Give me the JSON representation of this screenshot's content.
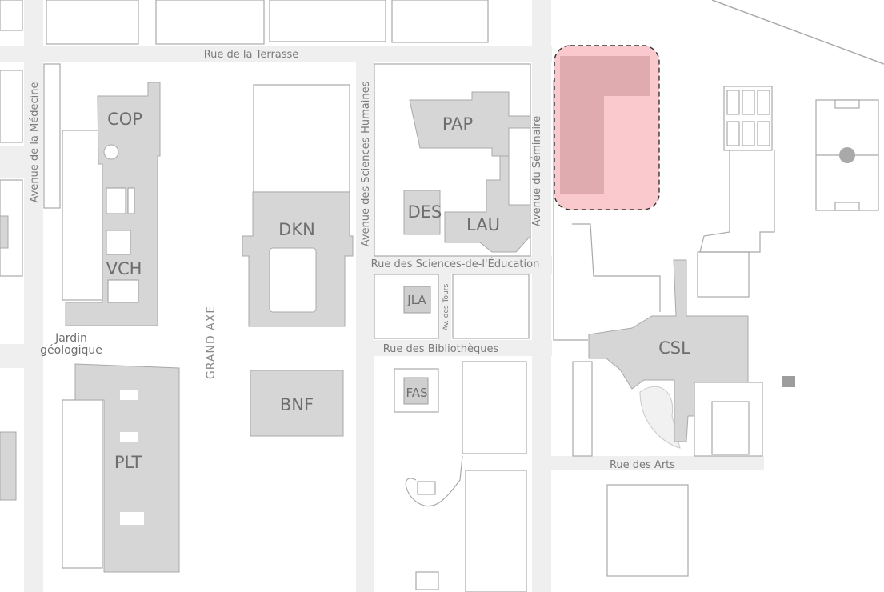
{
  "buildings": {
    "cop": "COP",
    "vch": "VCH",
    "dkn": "DKN",
    "pap": "PAP",
    "des": "DES",
    "lau": "LAU",
    "jla": "JLA",
    "fas": "FAS",
    "csl": "CSL",
    "bnf": "BNF",
    "plt": "PLT"
  },
  "streets": {
    "terrasse": "Rue de la Terrasse",
    "medecine": "Avenue de la Médecine",
    "sciences_humaines": "Avenue des Sciences-Humaines",
    "seminaire": "Avenue du Séminaire",
    "sciences_education": "Rue des Sciences-de-l'Éducation",
    "tours": "Av. des Tours",
    "bibliotheques": "Rue des Bibliothèques",
    "arts": "Rue des Arts"
  },
  "places": {
    "jardin_line1": "Jardin",
    "jardin_line2": "géologique",
    "grand_axe": "GRAND AXE"
  },
  "colors": {
    "background": "#ffffff",
    "road": "#efefef",
    "building": "#d6d6d6",
    "building_stroke": "#a9a9a9",
    "highlight_fill": "#f7b7bd",
    "highlight_dark": "#d49ea3",
    "label": "#6d6d6d"
  }
}
